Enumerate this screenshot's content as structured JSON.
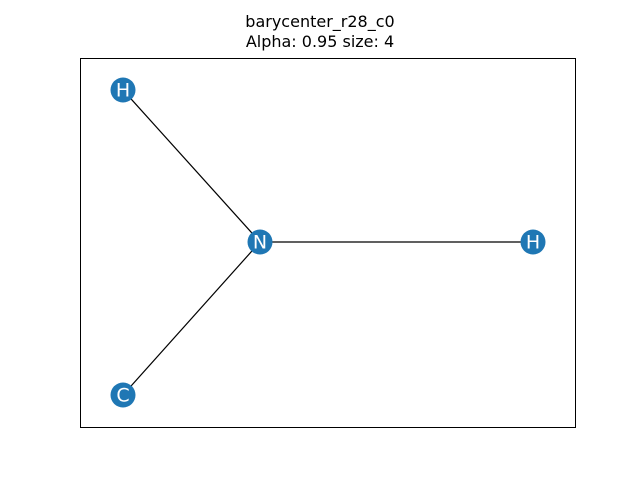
{
  "title": {
    "line1": "barycenter_r28_c0",
    "line2": "Alpha: 0.95 size: 4"
  },
  "colors": {
    "node_fill": "#1f77b4",
    "edge": "#000000",
    "frame": "#000000"
  },
  "graph": {
    "nodes": [
      {
        "id": "n0",
        "label": "H"
      },
      {
        "id": "n1",
        "label": "N"
      },
      {
        "id": "n2",
        "label": "H"
      },
      {
        "id": "n3",
        "label": "C"
      }
    ],
    "edges": [
      {
        "source": "n0",
        "target": "n1"
      },
      {
        "source": "n1",
        "target": "n2"
      },
      {
        "source": "n1",
        "target": "n3"
      }
    ]
  }
}
